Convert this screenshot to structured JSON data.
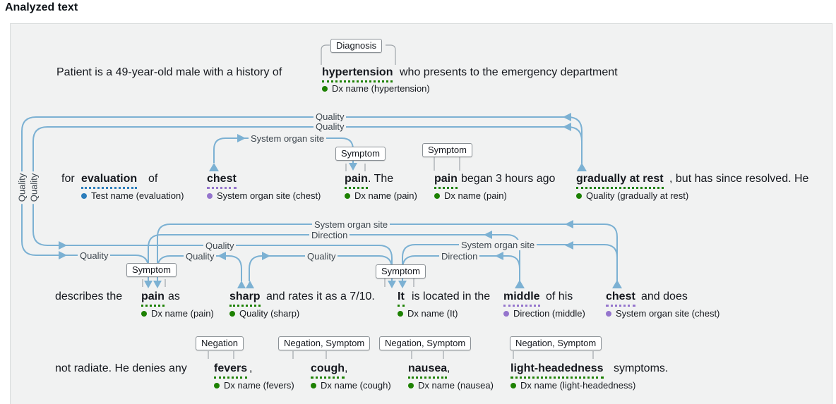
{
  "title": "Analyzed text",
  "colors": {
    "green": "#1d8102",
    "blue": "#2b7dbb",
    "purple": "#9575cd",
    "arc": "#7cb1d3"
  },
  "tags": {
    "diagnosis": "Diagnosis",
    "symptom": "Symptom",
    "negation": "Negation",
    "negation_symptom": "Negation, Symptom"
  },
  "relations": {
    "quality": "Quality",
    "direction": "Direction",
    "system_organ_site": "System organ site"
  },
  "line1": {
    "t1": "Patient is a 49-year-old male with a history of",
    "e1": "hypertension",
    "t2": "who presents to the emergency department",
    "a1": "Dx name (hypertension)"
  },
  "line2": {
    "t1": "for",
    "e1": "evaluation",
    "t2": "of",
    "e2": "chest",
    "e3": "pain",
    "t3": ". The",
    "e4": "pain",
    "t4": "began 3 hours ago",
    "e5": "gradually at rest",
    "t5": ", but has since resolved. He",
    "a1": "Test name (evaluation)",
    "a2": "System organ site (chest)",
    "a3": "Dx name (pain)",
    "a4": "Dx name (pain)",
    "a5": "Quality (gradually at rest)"
  },
  "line3": {
    "t1": "describes the",
    "e1": "pain",
    "t2": "as",
    "e2": "sharp",
    "t3": "and rates it as a 7/10.",
    "e3": "It",
    "t4": "is located in the",
    "e4": "middle",
    "t5": "of his",
    "e5": "chest",
    "t6": "and does",
    "a1": "Dx name (pain)",
    "a2": "Quality (sharp)",
    "a3": "Dx name (It)",
    "a4": "Direction (middle)",
    "a5": "System organ site (chest)"
  },
  "line4": {
    "t1": "not radiate. He denies any",
    "e1": "fevers",
    "t2": ",",
    "e2": "cough",
    "t3": ",",
    "e3": "nausea",
    "t4": ",",
    "e4": "light-headedness",
    "t5": "symptoms.",
    "a1": "Dx name (fevers)",
    "a2": "Dx name (cough)",
    "a3": "Dx name (nausea)",
    "a4": "Dx name (light-headedness)"
  }
}
